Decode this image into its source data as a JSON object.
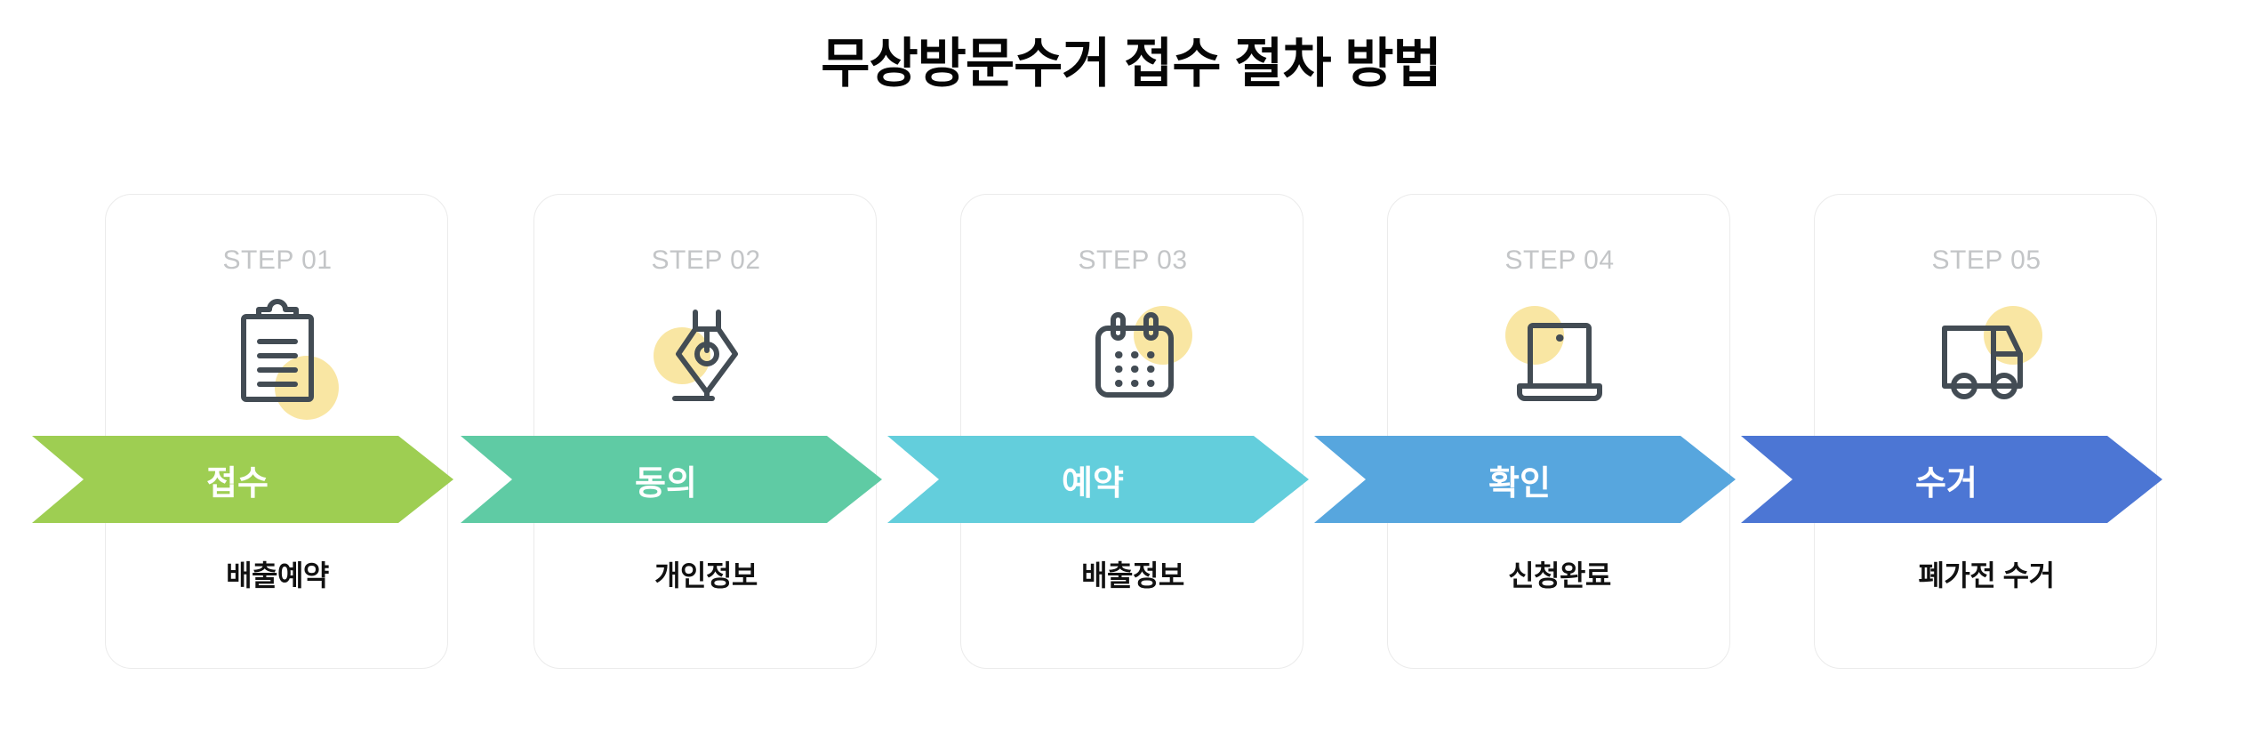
{
  "page": {
    "title": "무상방문수거 접수 절차 방법",
    "background_color": "#FFFFFF"
  },
  "palette": {
    "card_border": "#EBEBEB",
    "kicker_text": "#C3C5C7",
    "icon_stroke": "#434C54",
    "icon_accent_circle": "#F8E296",
    "band_text": "#FFFFFF",
    "caption_text": "#111111"
  },
  "steps": [
    {
      "kicker": "STEP 01",
      "icon": "clipboard-icon",
      "band_label": "접수",
      "band_color": "#9ECE52",
      "caption": "배출예약",
      "accent_position": "bottom-right"
    },
    {
      "kicker": "STEP 02",
      "icon": "pen-nib-icon",
      "band_label": "동의",
      "band_color": "#5FCBA4",
      "caption": "개인정보",
      "accent_position": "left"
    },
    {
      "kicker": "STEP 03",
      "icon": "calendar-icon",
      "band_label": "예약",
      "band_color": "#63CEDC",
      "caption": "배출정보",
      "accent_position": "top-right"
    },
    {
      "kicker": "STEP 04",
      "icon": "laptop-icon",
      "band_label": "확인",
      "band_color": "#57A6DE",
      "caption": "신청완료",
      "accent_position": "top-left"
    },
    {
      "kicker": "STEP 05",
      "icon": "delivery-truck-icon",
      "band_label": "수거",
      "band_color": "#4C76D4",
      "caption": "폐가전 수거",
      "accent_position": "top-right"
    }
  ]
}
